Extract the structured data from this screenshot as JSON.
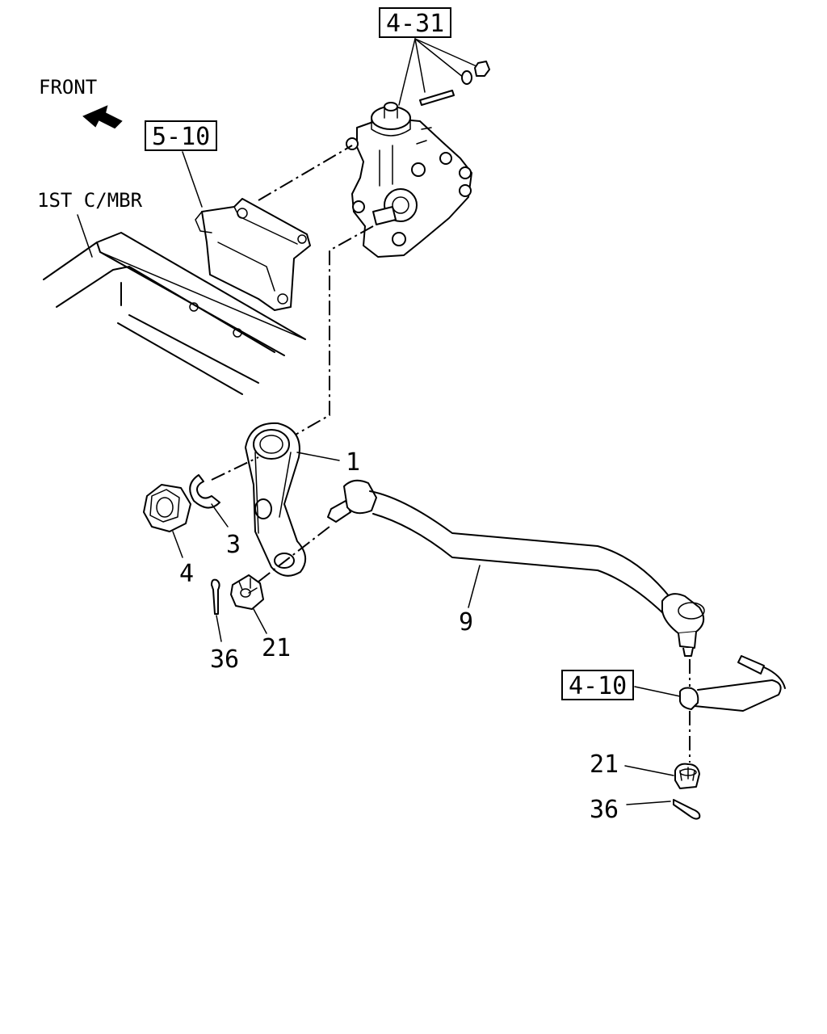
{
  "labels": {
    "front": "FRONT",
    "crossmember": "1ST C/MBR"
  },
  "references": {
    "steering_gear": "4-31",
    "gear_bracket": "5-10",
    "knuckle_arm": "4-10"
  },
  "callouts": {
    "pitman_arm": "1",
    "lock_washer": "3",
    "nut": "4",
    "drag_link": "9",
    "castle_nut_upper": "21",
    "cotter_pin_upper": "36",
    "castle_nut_lower": "21",
    "cotter_pin_lower": "36"
  }
}
